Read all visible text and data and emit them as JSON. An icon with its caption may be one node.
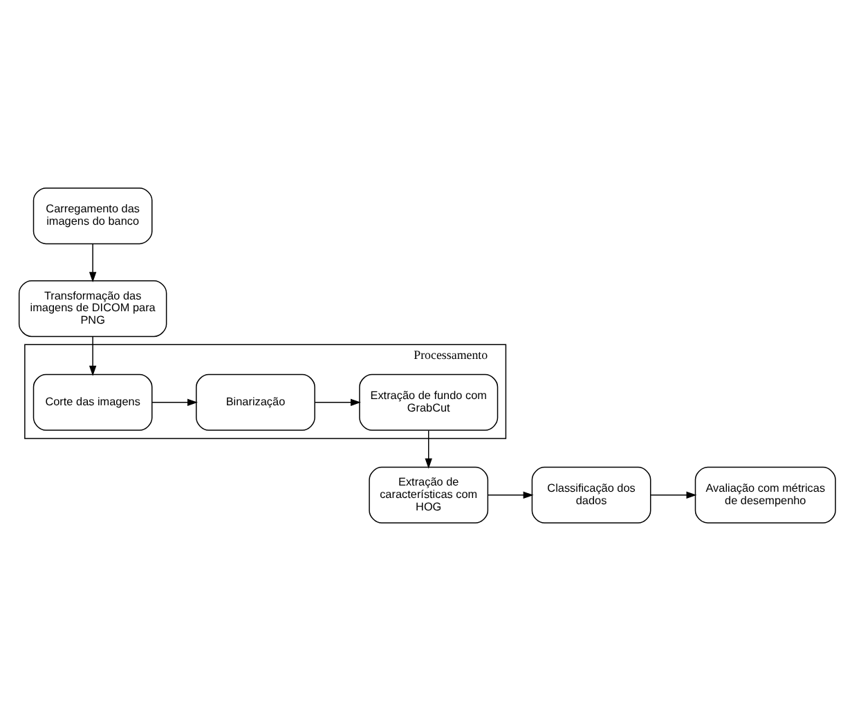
{
  "diagram": {
    "nodes": [
      {
        "text": [
          "Carregamento das imagens do banco"
        ]
      },
      {
        "text": [
          "Transformação das imagens de DICOM para PNG"
        ]
      },
      {
        "text": [
          "Processamento"
        ]
      },
      {
        "text": [
          "Corte das imagens"
        ],
        "in": 2
      },
      {
        "text": [
          "Binarização"
        ],
        "in": 2
      },
      {
        "text": [
          "Extração de fundo com GrabCut"
        ],
        "in": 2
      },
      {
        "text": [
          "Extração de características com HOG"
        ]
      },
      {
        "text": [
          "Classificação dos dados"
        ]
      },
      {
        "text": [
          "Avaliação com métricas de desempenho"
        ]
      }
    ],
    "edges": [
      {
        "from": 0,
        "to": 1,
        "arrow": "to"
      },
      {
        "from": 1,
        "to": 3,
        "arrow": "to"
      },
      {
        "from": 3,
        "to": 4,
        "arrow": "to"
      },
      {
        "from": 4,
        "to": 5,
        "arrow": "to"
      },
      {
        "from": 5,
        "to": 6,
        "arrow": "to"
      },
      {
        "from": 6,
        "to": 7,
        "arrow": "to"
      },
      {
        "from": 7,
        "to": 8,
        "arrow": "to"
      }
    ]
  }
}
